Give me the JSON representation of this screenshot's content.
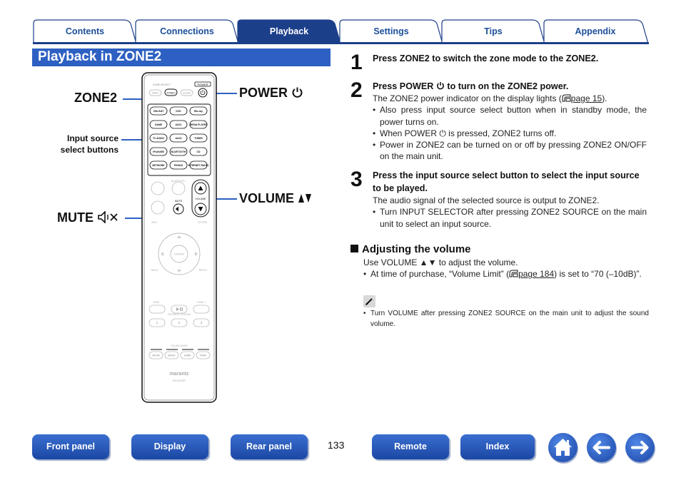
{
  "tabs": [
    {
      "label": "Contents",
      "active": false
    },
    {
      "label": "Connections",
      "active": false
    },
    {
      "label": "Playback",
      "active": true
    },
    {
      "label": "Settings",
      "active": false
    },
    {
      "label": "Tips",
      "active": false
    },
    {
      "label": "Appendix",
      "active": false
    }
  ],
  "section_title": "Playback in ZONE2",
  "remote": {
    "callouts": {
      "zone2": "ZONE2",
      "power": "POWER",
      "volume": "VOLUME",
      "mute": "MUTE",
      "input_source_line1": "Input source",
      "input_source_line2": "select buttons"
    },
    "labels": {
      "zone_select": "ZONE SELECT",
      "power_tag": "POWER",
      "main": "MAIN",
      "zone2": "ZONE2",
      "sleep": "SLEEP",
      "bluetooth": "BLUETOOTH",
      "volume": "VOLUME",
      "mute": "MUTE",
      "info": "INFO",
      "option": "OPTION",
      "enter": "ENTER",
      "back": "BACK",
      "setup": "SETUP",
      "tune_minus": "TUNE -",
      "tune_plus": "TUNE +",
      "favorite_station": "FAVORITE STATION",
      "sound_mode": "SOUND MODE",
      "brand": "marantz",
      "model": "RC023SR"
    },
    "source_buttons": [
      "CBL/SAT",
      "DVD",
      "Blu-ray",
      "GAME",
      "AUX1",
      "MEDIA PLAYER",
      "TV AUDIO",
      "AUX2",
      "TUNER",
      "iPod/USB",
      "BLUETOOTH",
      "CD",
      "NETWORK",
      "PHONO",
      "INTERNET RADIO"
    ],
    "fav_buttons": [
      "1",
      "2",
      "3"
    ],
    "mode_buttons": [
      "MOVIE",
      "MUSIC",
      "GAME",
      "PURE"
    ]
  },
  "steps": [
    {
      "num": "1",
      "head": "Press ZONE2 to switch the zone mode to the ZONE2."
    },
    {
      "num": "2",
      "head_a": "Press POWER",
      "head_b": "to turn on the ZONE2 power.",
      "intro_a": "The ZONE2 power indicator on the display lights (",
      "intro_ref": "page 15",
      "intro_b": ").",
      "bullets": [
        "Also press input source select button when in standby mode, the power turns on.",
        "When POWER ⏻ is pressed, ZONE2 turns off.",
        "Power in ZONE2 can be turned on or off by pressing ZONE2 ON/OFF on the main unit."
      ]
    },
    {
      "num": "3",
      "head": "Press the input source select button to select the input source to be played.",
      "intro": "The audio signal of the selected source is output to ZONE2.",
      "bullets": [
        "Turn INPUT SELECTOR after pressing ZONE2 SOURCE on the main unit to select an input source."
      ]
    }
  ],
  "adjust": {
    "title": "Adjusting the volume",
    "use_line": "Use VOLUME ▲▼ to adjust the volume.",
    "bullet_a": "At time of purchase, “Volume Limit” (",
    "bullet_ref": "page 184",
    "bullet_b": ") is set to “70 (–10dB)”.",
    "note": "Turn VOLUME after pressing ZONE2 SOURCE on the main unit to adjust the sound volume."
  },
  "bottom_nav": {
    "front_panel": "Front panel",
    "display": "Display",
    "rear_panel": "Rear panel",
    "page_number": "133",
    "remote": "Remote",
    "index": "Index"
  },
  "colors": {
    "accent": "#2d60c2",
    "tab_active": "#1c3f8a",
    "tab_text": "#1c4e9a"
  },
  "icons": {
    "home": "home-icon",
    "back": "arrow-left-icon",
    "forward": "arrow-right-icon",
    "power": "power-icon",
    "mute": "mute-icon",
    "note": "pencil-icon",
    "page_ref": "page-ref-icon"
  }
}
